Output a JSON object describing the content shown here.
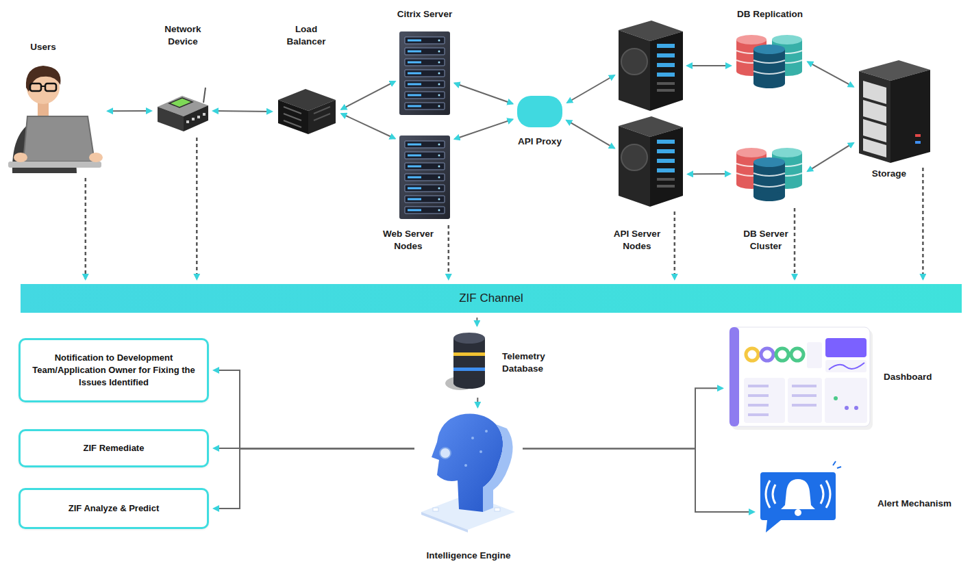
{
  "diagram": {
    "nodes": [
      {
        "text": [
          "Users"
        ]
      },
      {
        "text": [
          "Network Device"
        ]
      },
      {
        "text": [
          "Load Balancer"
        ]
      },
      {
        "text": [
          "Citrix Server"
        ]
      },
      {
        "text": [
          "Web Server Nodes"
        ]
      },
      {
        "text": [
          "API Proxy"
        ]
      },
      {
        "text": [
          "API Server Nodes"
        ]
      },
      {
        "text": [
          "DB Replication"
        ]
      },
      {
        "text": [
          "DB Server Cluster"
        ]
      },
      {
        "text": [
          "Storage"
        ]
      },
      {
        "text": [
          "ZIF Channel"
        ]
      },
      {
        "text": [
          "Telemetry Database"
        ]
      },
      {
        "text": [
          "Intelligence Engine"
        ]
      },
      {
        "text": [
          "Notification to Development Team/Application Owner for Fixing the Issues Identified"
        ]
      },
      {
        "text": [
          "ZIF Remediate"
        ]
      },
      {
        "text": [
          "ZIF Analyze & Predict"
        ]
      },
      {
        "text": [
          "Dashboard"
        ]
      },
      {
        "text": [
          "Alert Mechanism"
        ]
      }
    ],
    "edges": [
      {
        "from": 0,
        "to": 1,
        "arrow": "both"
      },
      {
        "from": 1,
        "to": 2,
        "arrow": "both"
      },
      {
        "from": 2,
        "to": 3,
        "arrow": "both"
      },
      {
        "from": 2,
        "to": 4,
        "arrow": "both"
      },
      {
        "from": 3,
        "to": 5,
        "arrow": "both"
      },
      {
        "from": 4,
        "to": 5,
        "arrow": "both"
      },
      {
        "from": 5,
        "to": 6,
        "arrow": "both"
      },
      {
        "from": 6,
        "to": 8,
        "arrow": "both"
      },
      {
        "from": 7,
        "to": 9,
        "arrow": "both"
      },
      {
        "from": 8,
        "to": 9,
        "arrow": "both"
      },
      {
        "from": 0,
        "to": 10,
        "arrow": "to"
      },
      {
        "from": 1,
        "to": 10,
        "arrow": "to"
      },
      {
        "from": 4,
        "to": 10,
        "arrow": "to"
      },
      {
        "from": 6,
        "to": 10,
        "arrow": "to"
      },
      {
        "from": 8,
        "to": 10,
        "arrow": "to"
      },
      {
        "from": 9,
        "to": 10,
        "arrow": "to"
      },
      {
        "from": 10,
        "to": 11,
        "arrow": "to"
      },
      {
        "from": 11,
        "to": 12,
        "arrow": "to"
      },
      {
        "from": 12,
        "to": 13,
        "arrow": "to"
      },
      {
        "from": 12,
        "to": 14,
        "arrow": "to"
      },
      {
        "from": 12,
        "to": 15,
        "arrow": "to"
      },
      {
        "from": 12,
        "to": 16,
        "arrow": "to"
      },
      {
        "from": 12,
        "to": 17,
        "arrow": "to"
      }
    ]
  }
}
